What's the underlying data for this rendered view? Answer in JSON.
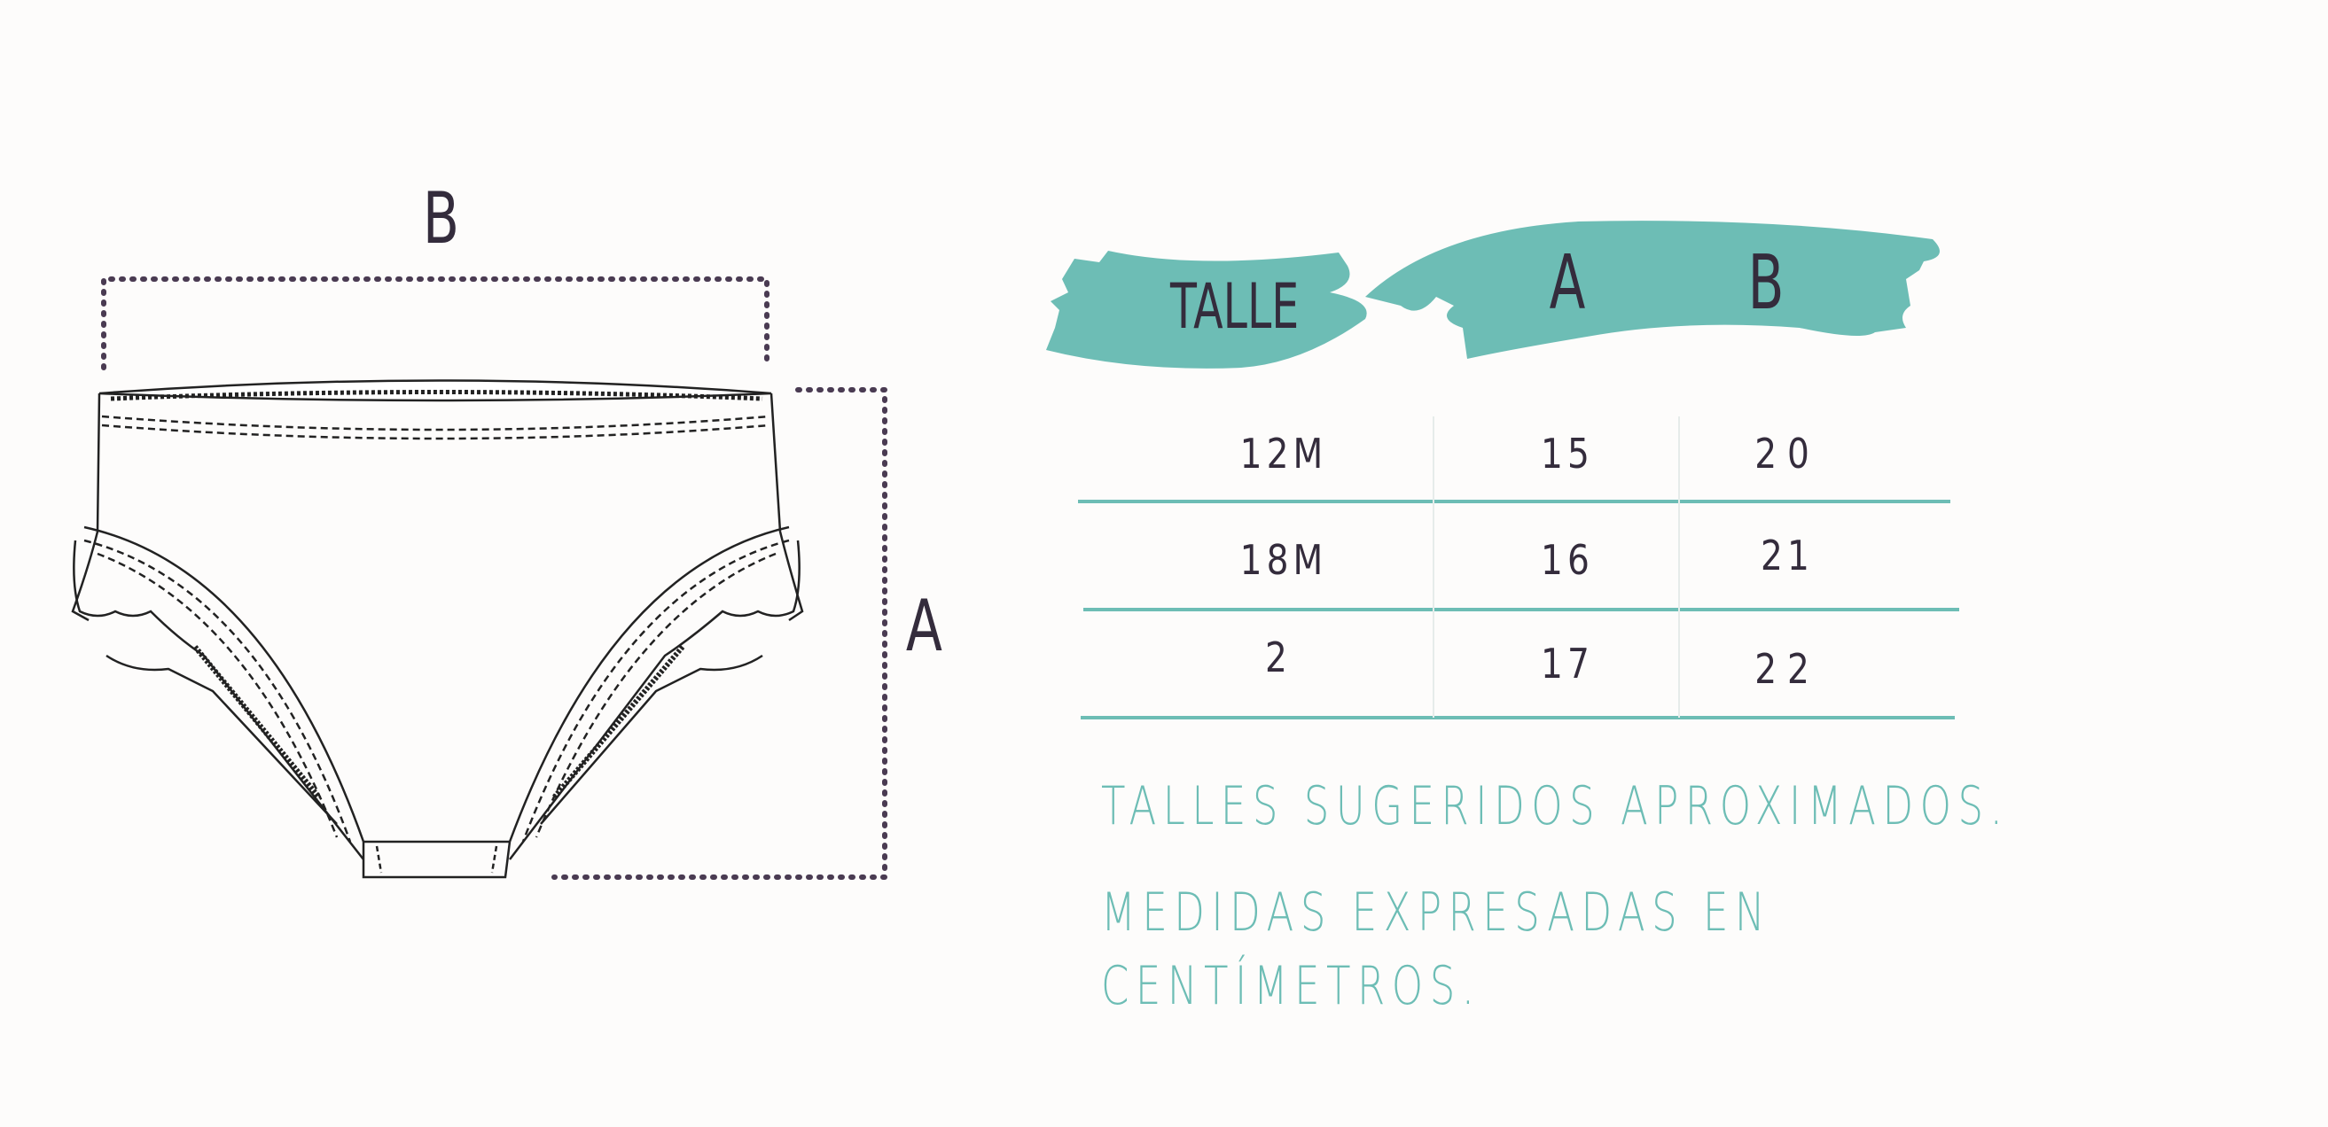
{
  "dimension_labels": {
    "width": "B",
    "height": "A"
  },
  "table": {
    "headers": {
      "size": "TALLE",
      "a": "A",
      "b": "B"
    },
    "rows": [
      {
        "size": "12M",
        "a": "15",
        "b": "20"
      },
      {
        "size": "18M",
        "a": "16",
        "b": "21"
      },
      {
        "size": "2",
        "a": "17",
        "b": "22"
      }
    ]
  },
  "notes": [
    "TALLES SUGERIDOS APROXIMADOS.",
    "MEDIDAS EXPRESADAS EN",
    "CENTÍMETROS."
  ],
  "colors": {
    "accent": "#6dbdb5",
    "ink": "#342c3c",
    "background": "#fdfcfb"
  }
}
